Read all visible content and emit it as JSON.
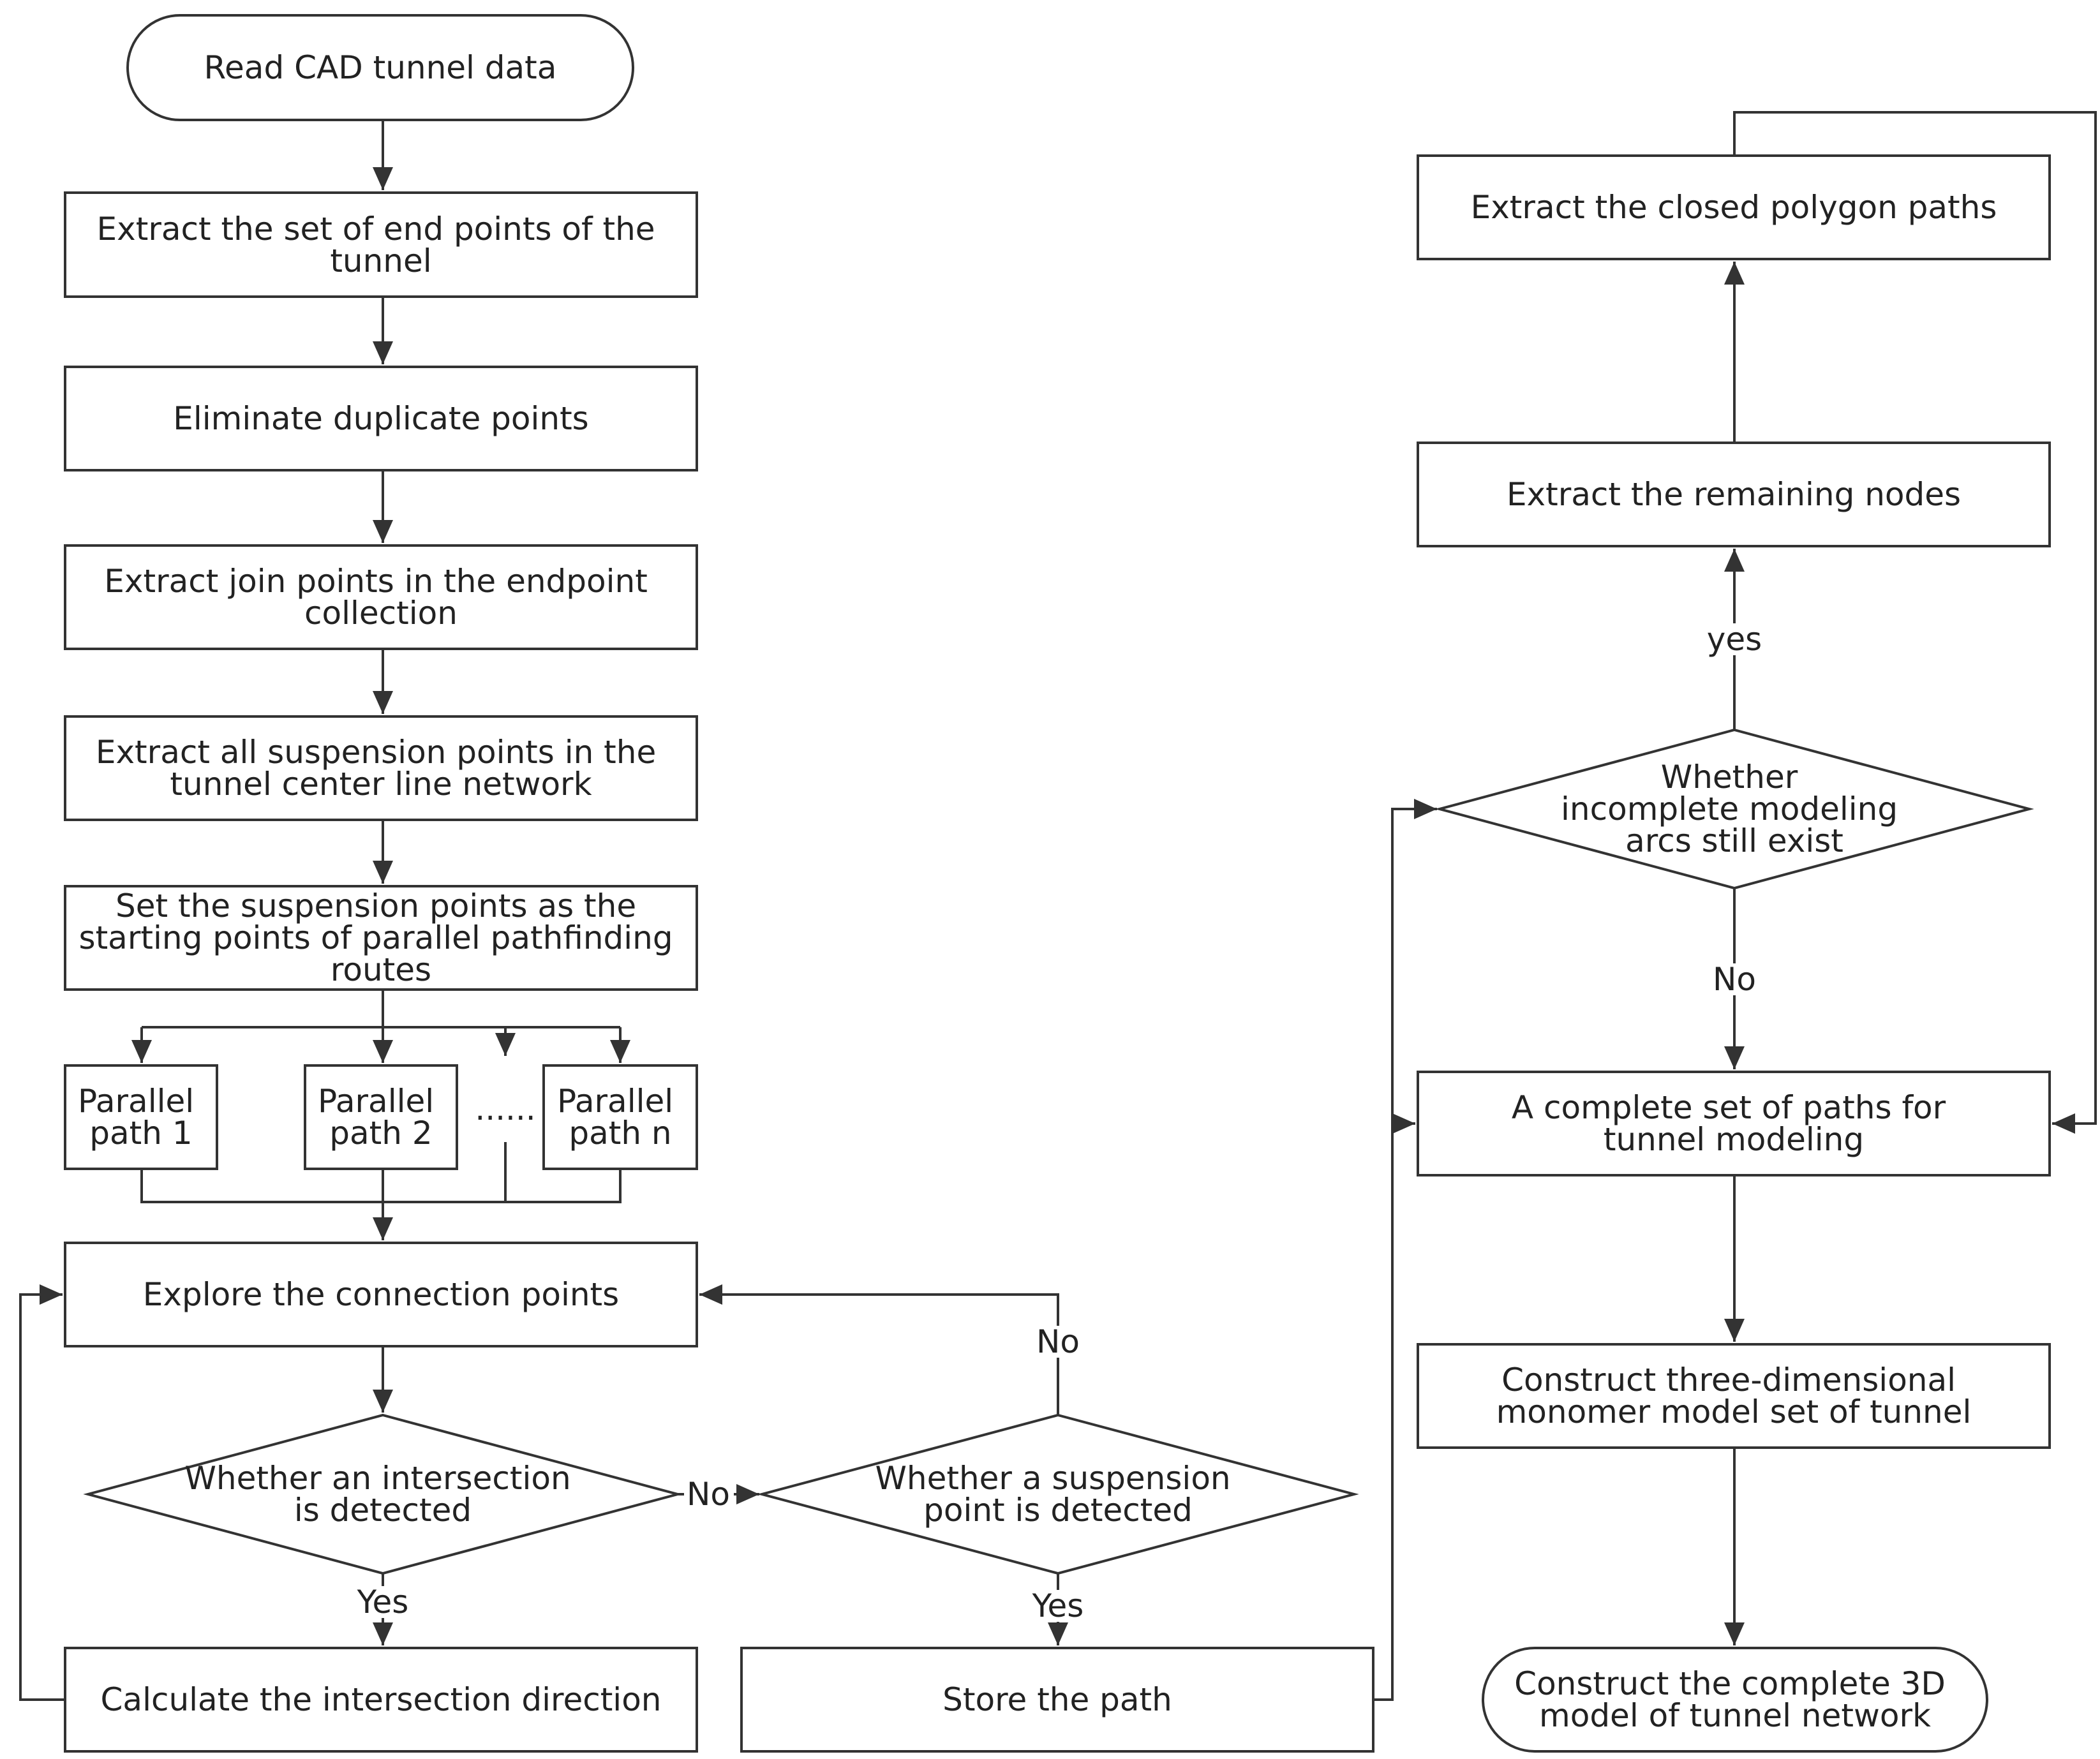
{
  "nodes": {
    "read_cad": {
      "lines": [
        "Read CAD tunnel data"
      ]
    },
    "extract_endpoints": {
      "lines": [
        "Extract the set of end points of the",
        "tunnel"
      ]
    },
    "eliminate_duplicates": {
      "lines": [
        "Eliminate duplicate points"
      ]
    },
    "extract_join_points": {
      "lines": [
        "Extract join points in the endpoint",
        "collection"
      ]
    },
    "extract_suspension": {
      "lines": [
        "Extract all suspension points in the",
        "tunnel center line network"
      ]
    },
    "set_suspension": {
      "lines": [
        "Set the suspension points as the",
        "starting points of parallel pathfinding",
        "routes"
      ]
    },
    "parallel_1": {
      "lines": [
        "Parallel",
        "path 1"
      ]
    },
    "parallel_2": {
      "lines": [
        "Parallel",
        "path 2"
      ]
    },
    "parallel_ellipsis": {
      "lines": [
        "......"
      ]
    },
    "parallel_n": {
      "lines": [
        "Parallel",
        "path n"
      ]
    },
    "explore_connection": {
      "lines": [
        "Explore the connection points"
      ]
    },
    "intersection_detected": {
      "lines": [
        "Whether an intersection",
        "is detected"
      ]
    },
    "suspension_detected": {
      "lines": [
        "Whether a suspension",
        "point is detected"
      ]
    },
    "calc_direction": {
      "lines": [
        "Calculate the intersection direction"
      ]
    },
    "store_path": {
      "lines": [
        "Store the path"
      ]
    },
    "extract_closed": {
      "lines": [
        "Extract the closed polygon paths"
      ]
    },
    "extract_remaining": {
      "lines": [
        "Extract the remaining nodes"
      ]
    },
    "incomplete_arcs": {
      "lines": [
        "Whether",
        "incomplete modeling",
        "arcs still exist"
      ]
    },
    "complete_set": {
      "lines": [
        "A complete set of paths for",
        "tunnel modeling"
      ]
    },
    "construct_monomer": {
      "lines": [
        "Construct three-dimensional",
        "monomer model set of tunnel"
      ]
    },
    "construct_complete": {
      "lines": [
        "Construct the complete 3D",
        "model of tunnel network"
      ]
    }
  },
  "edge_labels": {
    "intersection_no": "No",
    "intersection_yes": "Yes",
    "suspension_no": "No",
    "suspension_yes": "Yes",
    "arcs_yes": "yes",
    "arcs_no": "No"
  }
}
